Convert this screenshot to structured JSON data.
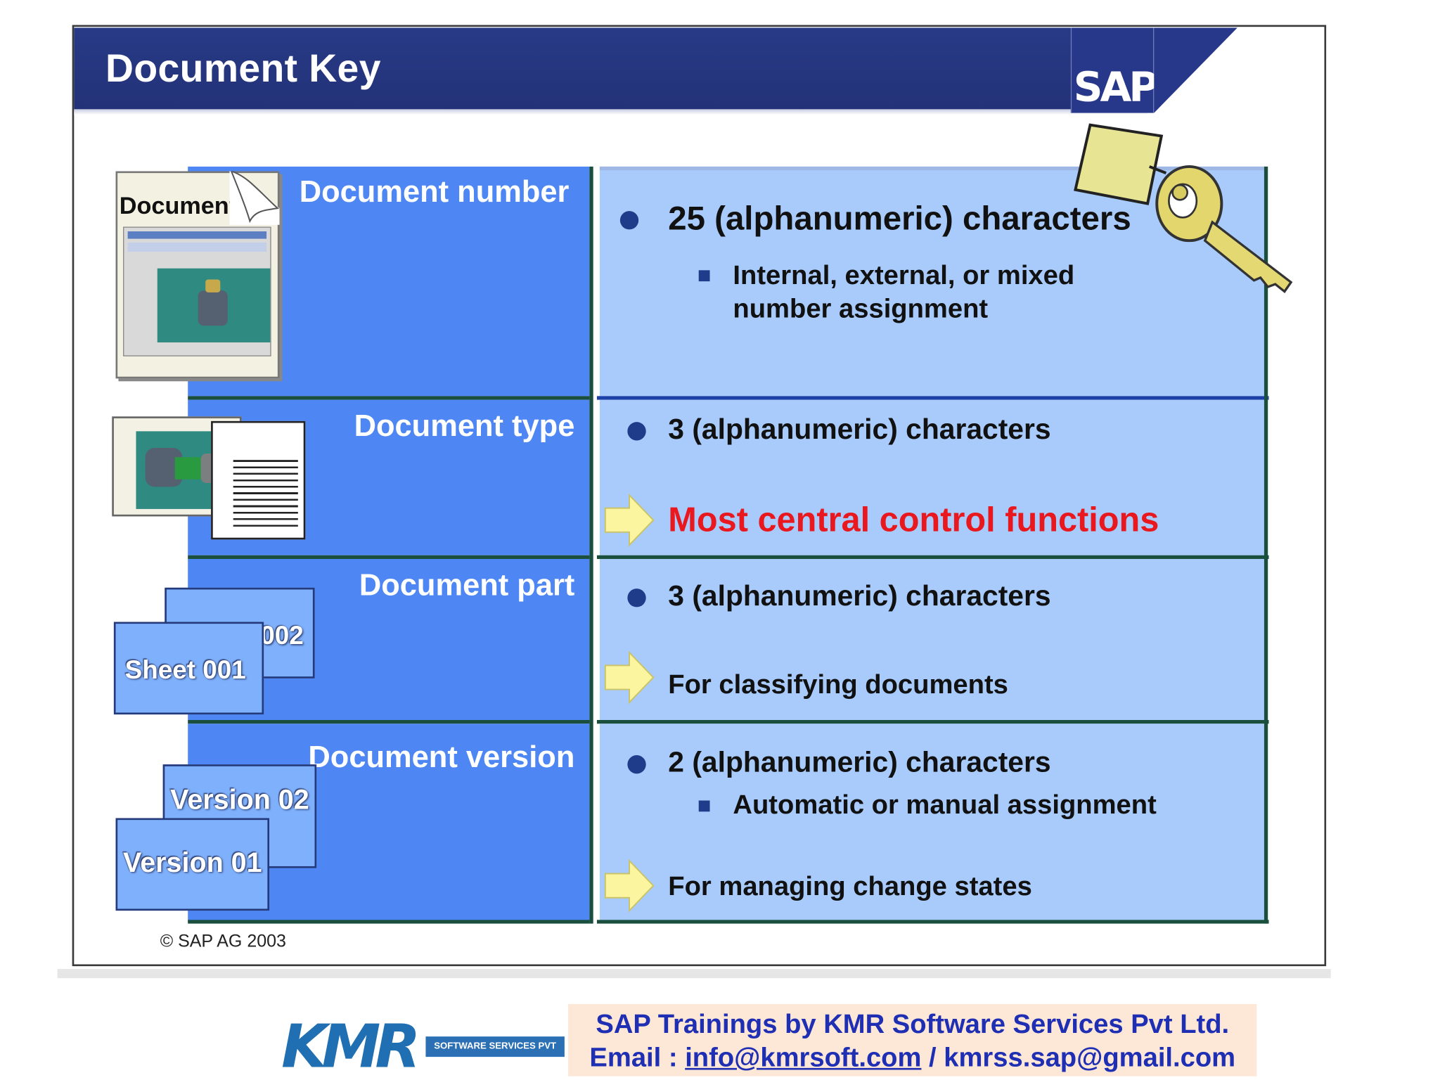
{
  "header": {
    "title": "Document Key",
    "logo": "SAP"
  },
  "rows": [
    {
      "label": "Document number",
      "bullet": "25 (alphanumeric) characters",
      "sub_bullet": [
        "Internal, external, or mixed",
        "number assignment"
      ]
    },
    {
      "label": "Document type",
      "bullet": "3 (alphanumeric) characters",
      "arrow_text": "Most central control functions"
    },
    {
      "label": "Document part",
      "bullet": "3 (alphanumeric) characters",
      "arrow_text": "For classifying documents"
    },
    {
      "label": "Document version",
      "bullet": "2 (alphanumeric) characters",
      "sub_bullet": "Automatic or manual assignment",
      "arrow_text": "For managing change states"
    }
  ],
  "illustrations": {
    "doc_thumb_label": "Document",
    "sheet_back": "002",
    "sheet_front": "Sheet 001",
    "version_back": "Version 02",
    "version_front": "Version 01"
  },
  "copyright": "© SAP AG 2003",
  "footer": {
    "line1": "SAP Trainings by KMR Software Services Pvt Ltd.",
    "email_label": "Email : ",
    "email1": "info@kmrsoft.com",
    "separator": " / ",
    "email2": "kmrss.sap@gmail.com",
    "logo_text": "KMR",
    "logo_tagline": "SOFTWARE SERVICES PVT LTD"
  },
  "colors": {
    "header": "#283a86",
    "left_column": "#4e86f3",
    "right_column": "#a8cbfb",
    "highlight_red": "#e8181e",
    "footer_text": "#1f2fb4"
  }
}
